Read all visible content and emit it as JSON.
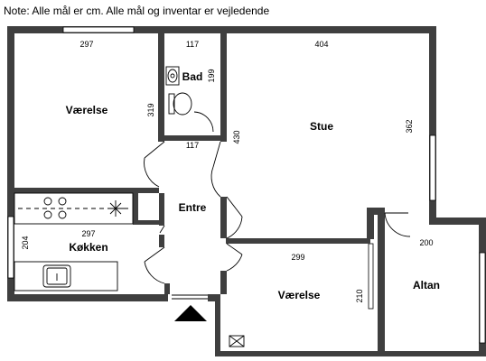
{
  "note": "Note: Alle mål er cm. Alle mål og inventar er vejledende",
  "rooms": {
    "vaerelse1": "Værelse",
    "bad": "Bad",
    "stue": "Stue",
    "entre": "Entre",
    "kokken": "Køkken",
    "vaerelse2": "Værelse",
    "altan": "Altan"
  },
  "dimensions": {
    "vaerelse1_w": "297",
    "vaerelse1_h": "319",
    "bad_w_top": "117",
    "bad_h": "199",
    "bad_w_bottom": "117",
    "stue_w": "404",
    "stue_h_left": "430",
    "stue_h_right": "362",
    "kokken_w": "297",
    "kokken_h": "204",
    "vaerelse2_w": "299",
    "vaerelse2_h": "210",
    "altan_w": "200"
  },
  "colors": {
    "wall": "#3f3f3f",
    "line": "#000000",
    "window": "#ffffff"
  }
}
